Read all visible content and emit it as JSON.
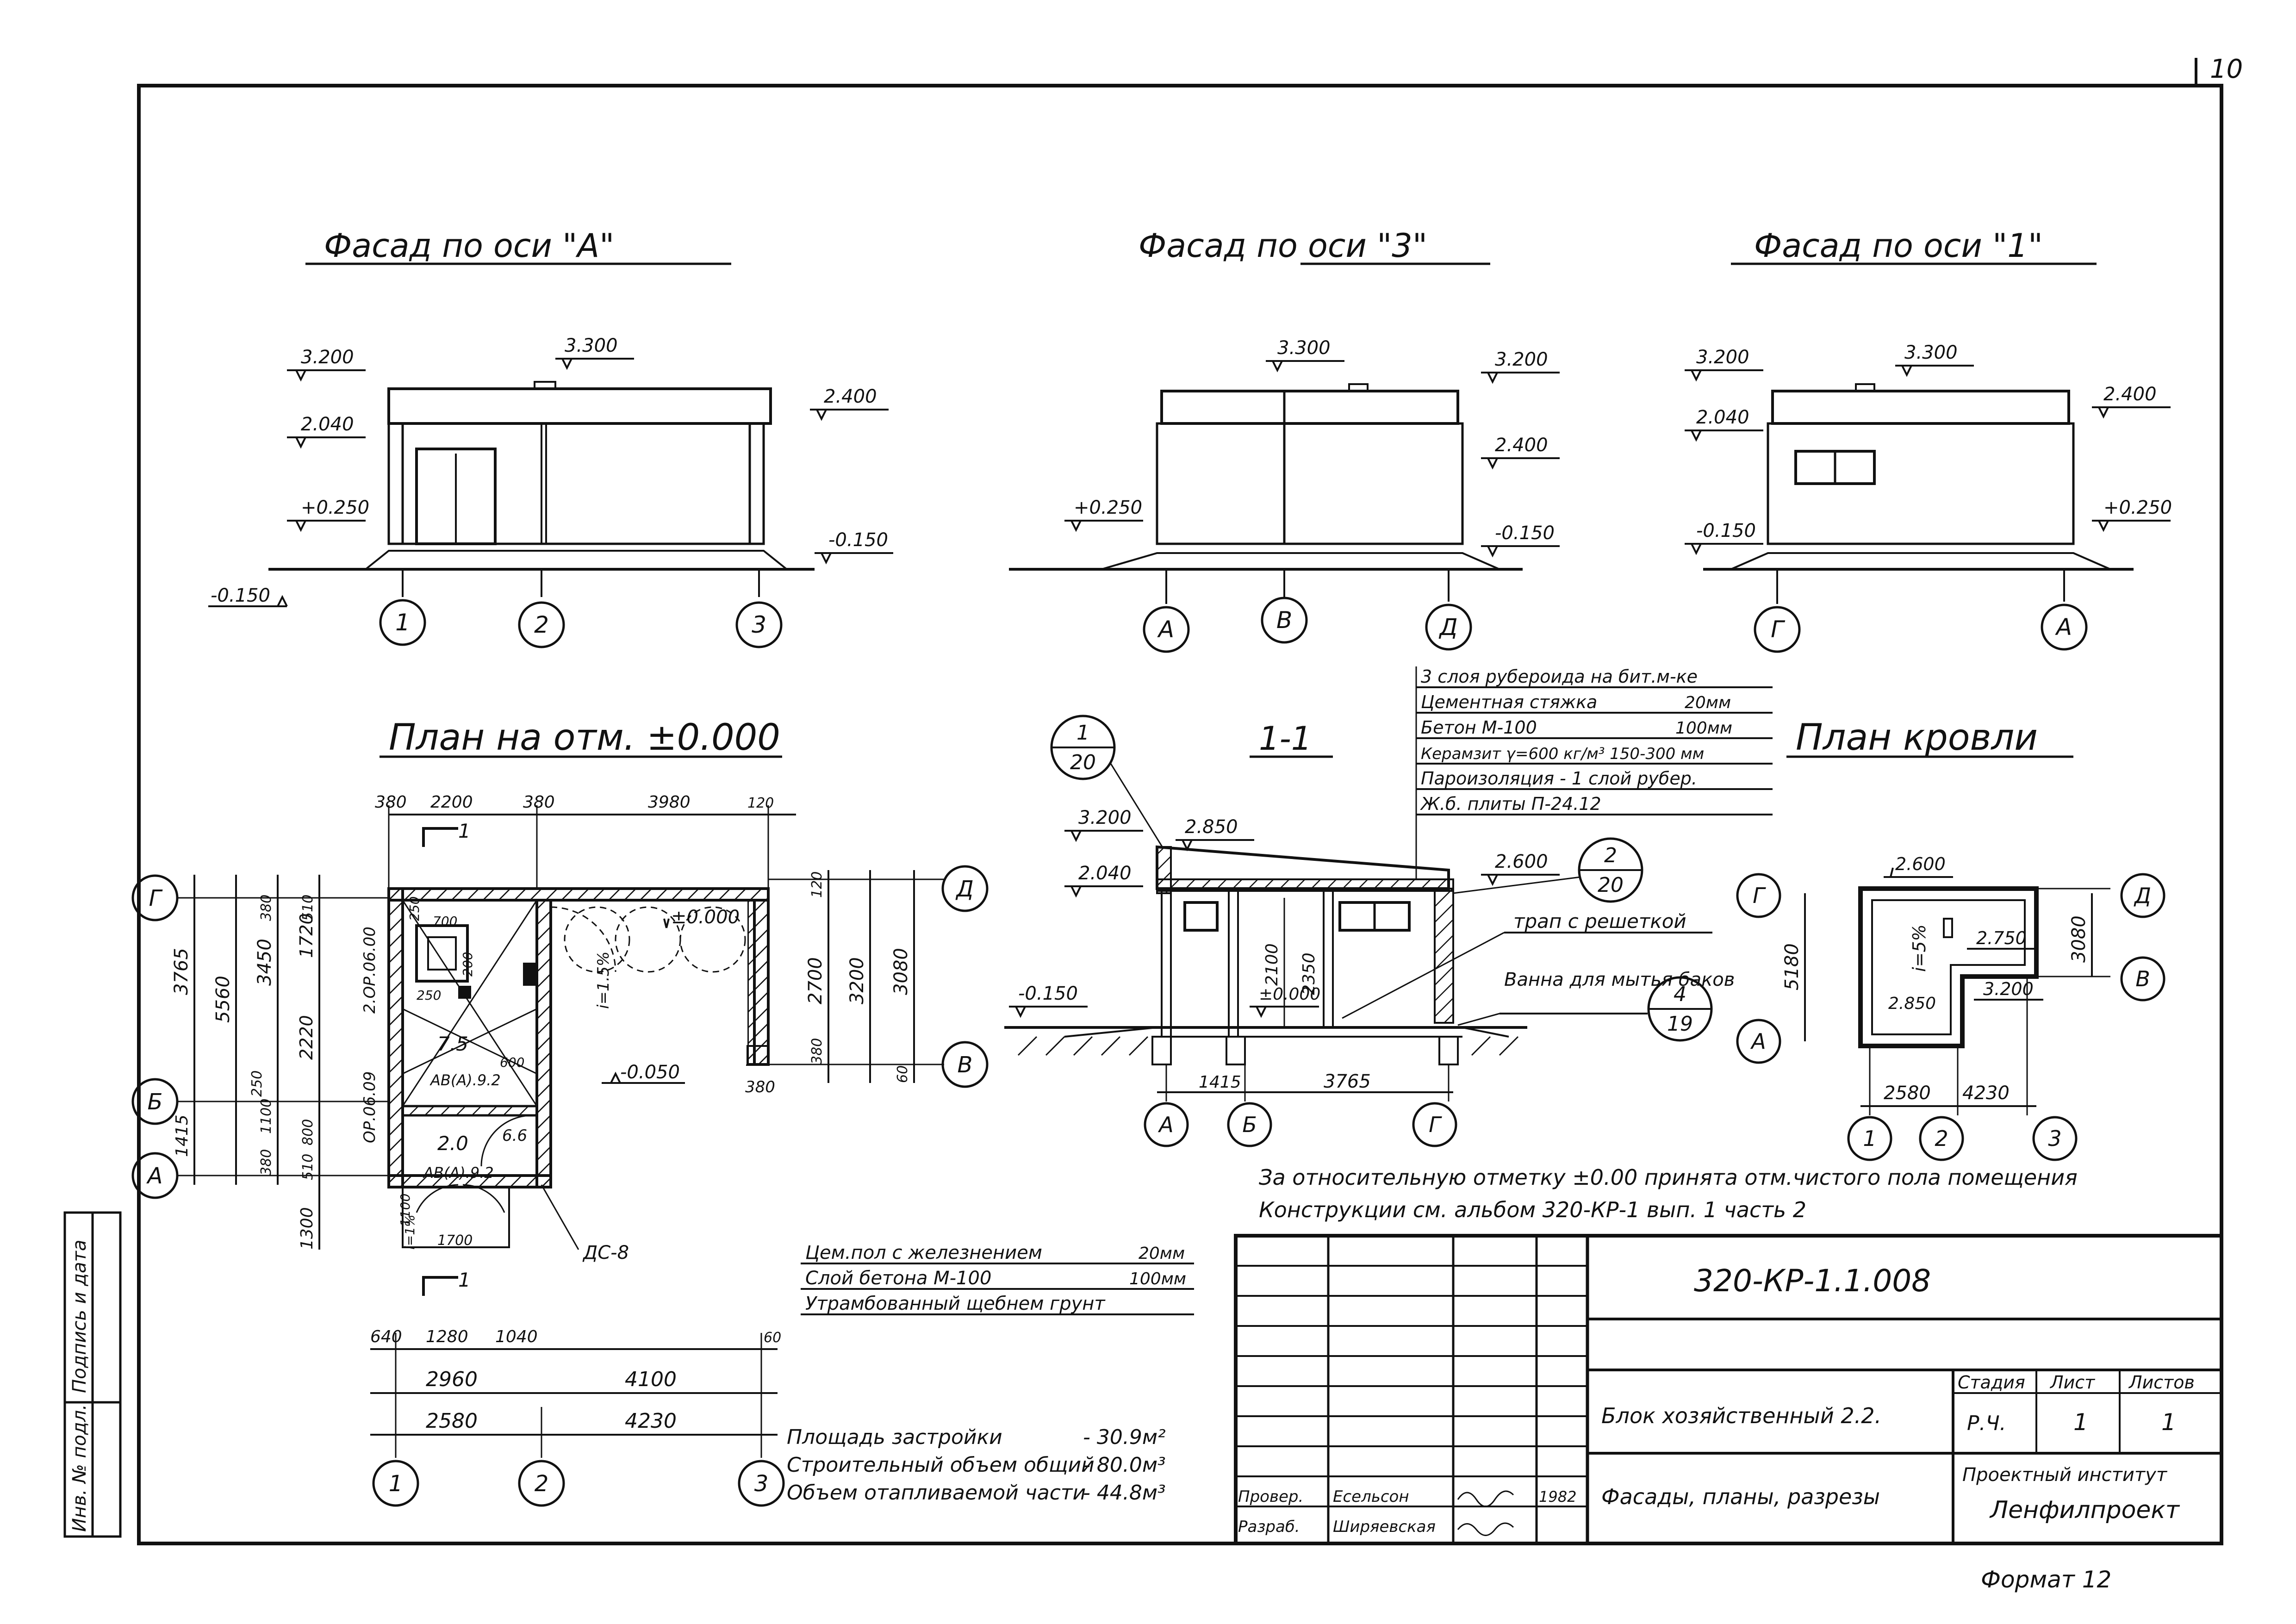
{
  "sheet": {
    "page_number": "10",
    "format_note": "Формат 12"
  },
  "facades": {
    "facade_a": {
      "title": "Фасад по оси \"А\"",
      "levels": [
        "3.200",
        "3.300",
        "2.040",
        "2.400",
        "+0.250",
        "-0.150",
        "-0.150"
      ],
      "axes": [
        "1",
        "2",
        "3"
      ]
    },
    "facade_3": {
      "title": "Фасад по оси \"3\"",
      "levels": [
        "3.300",
        "3.200",
        "2.400",
        "+0.250",
        "-0.150"
      ],
      "axes": [
        "А",
        "В",
        "Д"
      ]
    },
    "facade_1": {
      "title": "Фасад по оси \"1\"",
      "levels": [
        "3.200",
        "3.300",
        "2.040",
        "2.400",
        "-0.150",
        "+0.250"
      ],
      "axes": [
        "Г",
        "А"
      ]
    }
  },
  "plan": {
    "title": "План на отм. ±0.000",
    "top_dims": [
      "380",
      "2200",
      "380",
      "3980",
      "120"
    ],
    "left_dims": [
      "3765",
      "5560",
      "3450",
      "1720",
      "2220",
      "250",
      "1100",
      "380",
      "800",
      "510",
      "380",
      "1415",
      "1300",
      "510"
    ],
    "right_dims": [
      "120",
      "2700",
      "3200",
      "3080",
      "380",
      "60",
      "380"
    ],
    "bottom_dims_1": [
      "640",
      "1280",
      "1040",
      "60"
    ],
    "bottom_dims_2": [
      "2960",
      "4100"
    ],
    "bottom_dims_3": [
      "2580",
      "4230"
    ],
    "axes_left": [
      "Г",
      "Б",
      "А"
    ],
    "axes_right": [
      "Д",
      "В"
    ],
    "axes_bottom": [
      "1",
      "2",
      "3"
    ],
    "labels": {
      "level_inner": "±0.000",
      "level_outer": "-0.050",
      "room_a": "7.5",
      "room_b": "2.0",
      "room_c": "6.6",
      "slope_main": "i=1.5%",
      "slope_left": "i=1%",
      "door_1": "2.ОР.06.00",
      "door_2": "ОР.06.09",
      "window_1": "АВ(А).9.2",
      "window_2": "АВ(А).9.2",
      "wall_mark": "ДС-8",
      "dim_700": "700",
      "dim_250": "250",
      "dim_250b": "250",
      "dim_1700": "1700",
      "dim_1100": "1100",
      "dim_200": "200",
      "dim_600": "600",
      "section_mark": "1"
    },
    "floor_spec": [
      {
        "name": "Цем.пол с железнением",
        "value": "20мм"
      },
      {
        "name": "Слой бетона М-100",
        "value": "100мм"
      },
      {
        "name": "Утрамбованный щебнем грунт",
        "value": ""
      }
    ]
  },
  "section": {
    "title": "1-1",
    "callout_1": {
      "num": "1",
      "sheet": "20"
    },
    "callout_2": {
      "num": "2",
      "sheet": "20"
    },
    "callout_3": {
      "num": "4",
      "sheet": "19"
    },
    "levels": [
      "3.200",
      "2.850",
      "2.040",
      "2.600",
      "-0.150",
      "±0.000"
    ],
    "inner_dims": [
      "2100",
      "2350"
    ],
    "bottom_dims": [
      "1415",
      "3765"
    ],
    "axes": [
      "А",
      "Б",
      "Г"
    ],
    "roof_layers": [
      {
        "name": "3 слоя рубероида на бит.м-ке",
        "value": ""
      },
      {
        "name": "Цементная стяжка",
        "value": "20мм"
      },
      {
        "name": "Бетон М-100",
        "value": "100мм"
      },
      {
        "name": "Керамзит γ=600 кг/м³ 150-300 мм",
        "value": ""
      },
      {
        "name": "Пароизоляция - 1 слой рубер.",
        "value": ""
      },
      {
        "name": "Ж.б. плиты П-24.12",
        "value": ""
      }
    ],
    "note_drain": "трап с решеткой",
    "note_bath": "Ванна для мытья баков"
  },
  "roof_plan": {
    "title": "План кровли",
    "levels": [
      "2.600",
      "2.750",
      "2.850",
      "3.200"
    ],
    "slope": "i=5%",
    "left_dim": "5180",
    "right_dim": "3080",
    "bottom_dims": [
      "2580",
      "4230"
    ],
    "axes_left": [
      "Г",
      "А"
    ],
    "axes_right": [
      "Д",
      "В"
    ],
    "axes_bottom": [
      "1",
      "2",
      "3"
    ]
  },
  "notes": {
    "line1": "За относительную отметку ±0.00 принята отм.чистого пола помещения",
    "line2": "Конструкции см. альбом 320-КР-1 вып. 1 часть 2"
  },
  "areas": [
    {
      "name": "Площадь застройки",
      "value": "- 30.9м²"
    },
    {
      "name": "Строительный объем общий",
      "value": "- 80.0м³"
    },
    {
      "name": "Объем отапливаемой части",
      "value": "- 44.8м³"
    }
  ],
  "stamp": {
    "code": "320-КР-1.1.008",
    "object": "Блок хозяйственный 2.2.",
    "sheet_title": "Фасады, планы, разрезы",
    "stage_label": "Стадия",
    "sheet_label": "Лист",
    "sheets_label": "Листов",
    "stage": "Р.Ч.",
    "sheet": "1",
    "sheets": "1",
    "institute_label": "Проектный институт",
    "institute": "Ленфилпроект",
    "roles": [
      {
        "role": "Провер.",
        "name": "Есельсон",
        "year": "1982"
      },
      {
        "role": "Разраб.",
        "name": "Ширяевская",
        "year": ""
      }
    ]
  },
  "side_strip": {
    "label1": "Подпись и дата",
    "label2": "Инв. № подл."
  }
}
